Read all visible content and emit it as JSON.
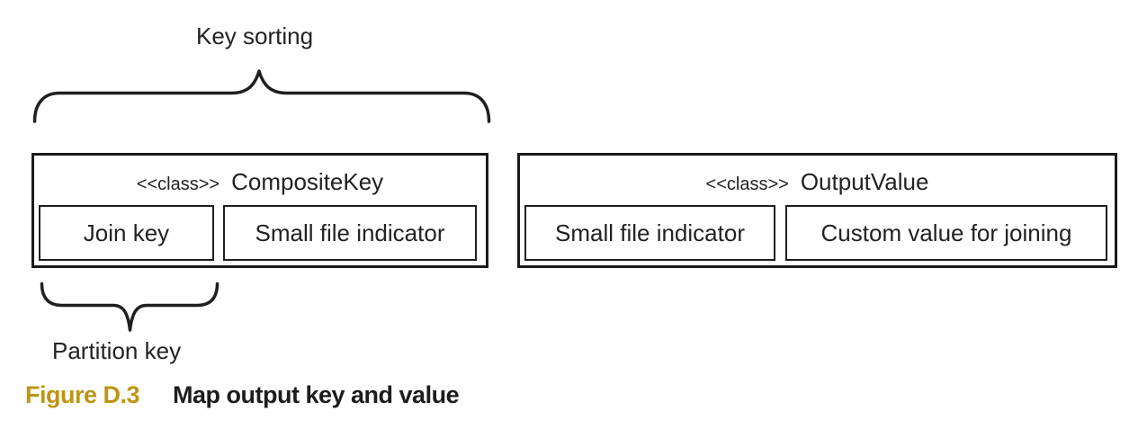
{
  "colors": {
    "ink": "#1e1e1e",
    "border": "#1a1a1a",
    "background": "#ffffff",
    "figure_label_gold": "#bc9514"
  },
  "annotations": {
    "key_sorting": "Key sorting",
    "partition_key": "Partition key"
  },
  "classes": [
    {
      "stereotype": "<<class>>",
      "name": "CompositeKey",
      "fields": [
        "Join key",
        "Small file indicator"
      ]
    },
    {
      "stereotype": "<<class>>",
      "name": "OutputValue",
      "fields": [
        "Small file indicator",
        "Custom value for joining"
      ]
    }
  ],
  "caption": {
    "label": "Figure D.3",
    "title": "Map output key and value"
  }
}
